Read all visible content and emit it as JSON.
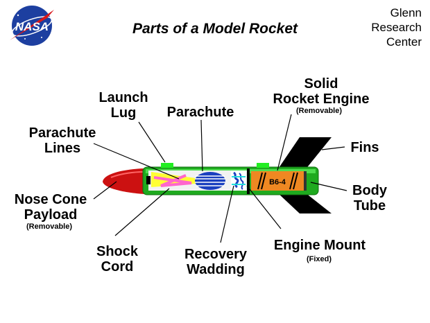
{
  "logo": {
    "text": "NASA",
    "icon": "nasa-meatball-logo"
  },
  "header": {
    "title": "Parts  of  a  Model  Rocket",
    "org_line1": "Glenn",
    "org_line2": "Research",
    "org_line3": "Center"
  },
  "labels": {
    "launch_lug_1": "Launch",
    "launch_lug_2": "Lug",
    "parachute": "Parachute",
    "solid_1": "Solid",
    "solid_2": "Rocket  Engine",
    "solid_sub": "(Removable)",
    "fins": "Fins",
    "parachute_lines_1": "Parachute",
    "parachute_lines_2": "Lines",
    "nose_cone_1": "Nose Cone",
    "nose_cone_2": "Payload",
    "nose_cone_sub": "(Removable)",
    "body_tube_1": "Body",
    "body_tube_2": "Tube",
    "shock_cord_1": "Shock",
    "shock_cord_2": "Cord",
    "recovery_1": "Recovery",
    "recovery_2": "Wadding",
    "engine_mount": "Engine Mount",
    "engine_mount_sub": "(Fixed)",
    "engine_text": "B6-4"
  },
  "colors": {
    "body_tube": "#1faa1f",
    "nose_cone": "#cc1111",
    "engine": "#ee8822",
    "fins": "#000000",
    "launch_lug": "#22ee22",
    "parachute": "#1a3fbf",
    "shock_cord": "#ff66cc",
    "parachute_lines": "#ffff33"
  }
}
